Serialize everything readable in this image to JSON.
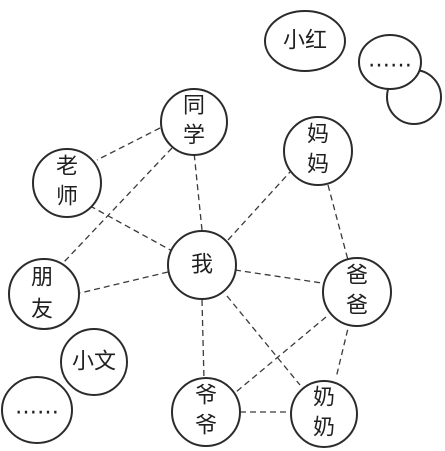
{
  "diagram": {
    "nodes": {
      "wo": "我",
      "tongxue": [
        "同",
        "学"
      ],
      "laoshi": [
        "老",
        "师"
      ],
      "pengyou": [
        "朋",
        "友"
      ],
      "mama": [
        "妈",
        "妈"
      ],
      "baba": [
        "爸",
        "爸"
      ],
      "yeye": [
        "爷",
        "爷"
      ],
      "nainai": [
        "奶",
        "奶"
      ],
      "xiaohong": "小红",
      "xiaowen": "小文",
      "ellipsis_top": "……",
      "ellipsis_bottom": "……"
    }
  }
}
